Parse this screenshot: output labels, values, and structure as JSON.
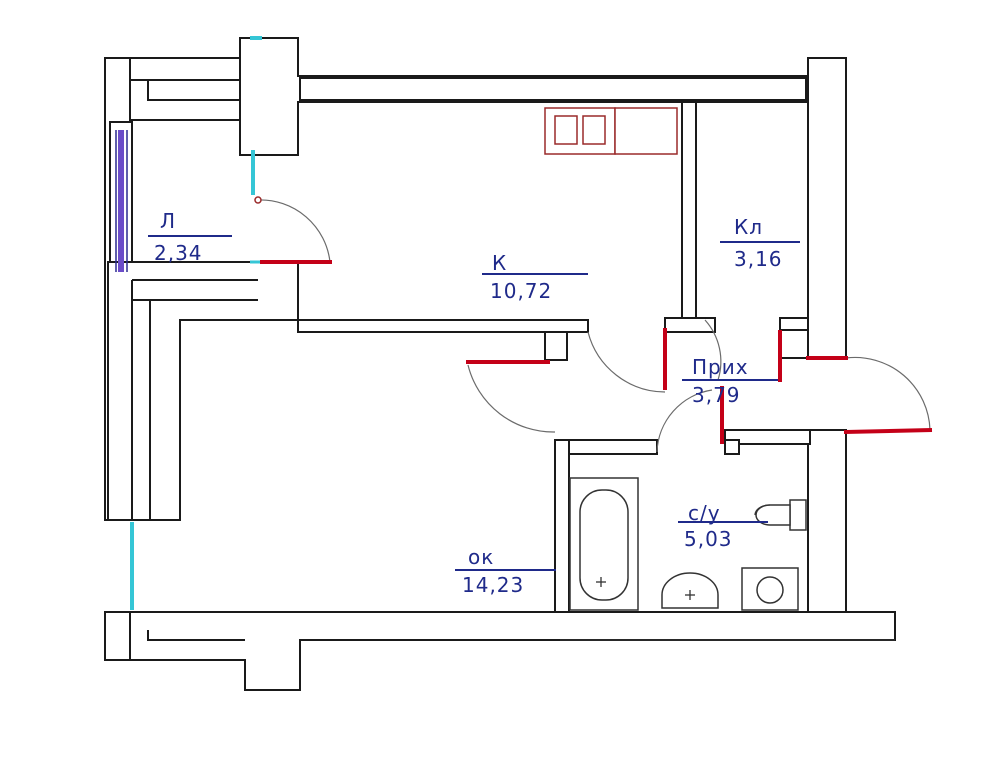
{
  "rooms": {
    "loggia": {
      "name": "Л",
      "area": "2,34"
    },
    "kitchen": {
      "name": "К",
      "area": "10,72"
    },
    "pantry": {
      "name": "Кл",
      "area": "3,16"
    },
    "hall": {
      "name": "Прих",
      "area": "3,79"
    },
    "bath": {
      "name": "с/у",
      "area": "5,03"
    },
    "living": {
      "name": "ок",
      "area": "14,23"
    }
  },
  "colors": {
    "walls": "#1a1a1a",
    "labels": "#1f2a8a",
    "doors": "#c40018",
    "window_glass": "#35c6d6",
    "loggia_glazing": "#6b4cc8"
  }
}
